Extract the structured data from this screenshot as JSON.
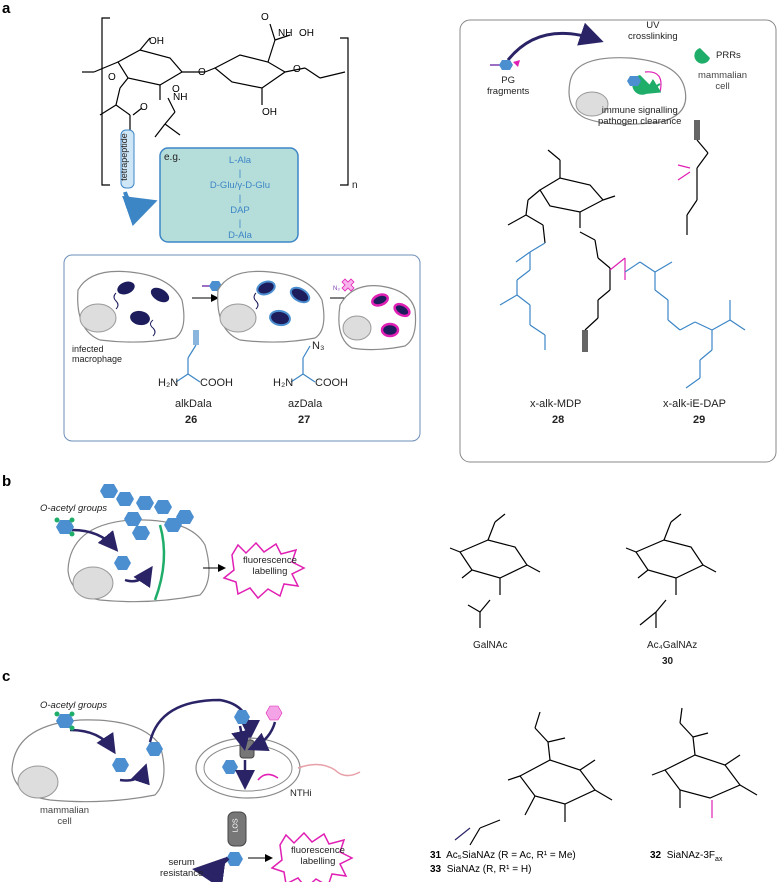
{
  "panels": {
    "a": "a",
    "b": "b",
    "c": "c"
  },
  "panel_a": {
    "e_g": "e.g.",
    "tetrapeptide": "tetrapeptide",
    "repeat_n": "n",
    "peptide": [
      "L-Ala",
      "|",
      "D-Glu/γ-D-Glu",
      "|",
      "DAP",
      "|",
      "D-Ala"
    ],
    "infected_macrophage": "infected\nmacrophage",
    "alkDala": {
      "name": "alkDala",
      "number": "26",
      "amine": "H₂N",
      "acid": "COOH"
    },
    "azDala": {
      "name": "azDala",
      "number": "27",
      "amine": "H₂N",
      "acid": "COOH",
      "azide": "N₃"
    },
    "uv_crosslinking": "UV\ncrosslinking",
    "prrs": "PRRs",
    "pg_fragments": "PG\nfragments",
    "immune_signalling": "immune signalling\npathogen clearance",
    "mammalian_cell": "mammalian\ncell",
    "mdp": {
      "name": "x-alk-MDP",
      "number": "28"
    },
    "dap": {
      "name": "x-alk-iE-DAP",
      "number": "29"
    }
  },
  "panel_b": {
    "o_acetyl": "O-acetyl groups",
    "fluorescence": "fluorescence\nlabelling",
    "galnac": "GalNAc",
    "ac4galnaz": "Ac₄GalNAz",
    "number_30": "30"
  },
  "panel_c": {
    "o_acetyl": "O-acetyl groups",
    "mammalian_cell": "mammalian\ncell",
    "nthi": "NTHi",
    "los": "LOS",
    "fluorescence": "fluorescence\nlabelling",
    "serum_resistance": "serum\nresistance",
    "cmpd31_num": "31",
    "cmpd31_text": "Ac₅SiaNAz (R = Ac, R¹ = Me)",
    "cmpd33_num": "33",
    "cmpd33_text": "SiaNAz (R, R¹ = H)",
    "cmpd32_num": "32",
    "cmpd32_text": "SiaNAz-3F",
    "cmpd32_sub": "ax"
  },
  "colors": {
    "blue": "#3d86c6",
    "pink": "#e020b4",
    "green": "#1fae6a",
    "navy": "#2a2467",
    "teal_box": "#b5ddda"
  }
}
